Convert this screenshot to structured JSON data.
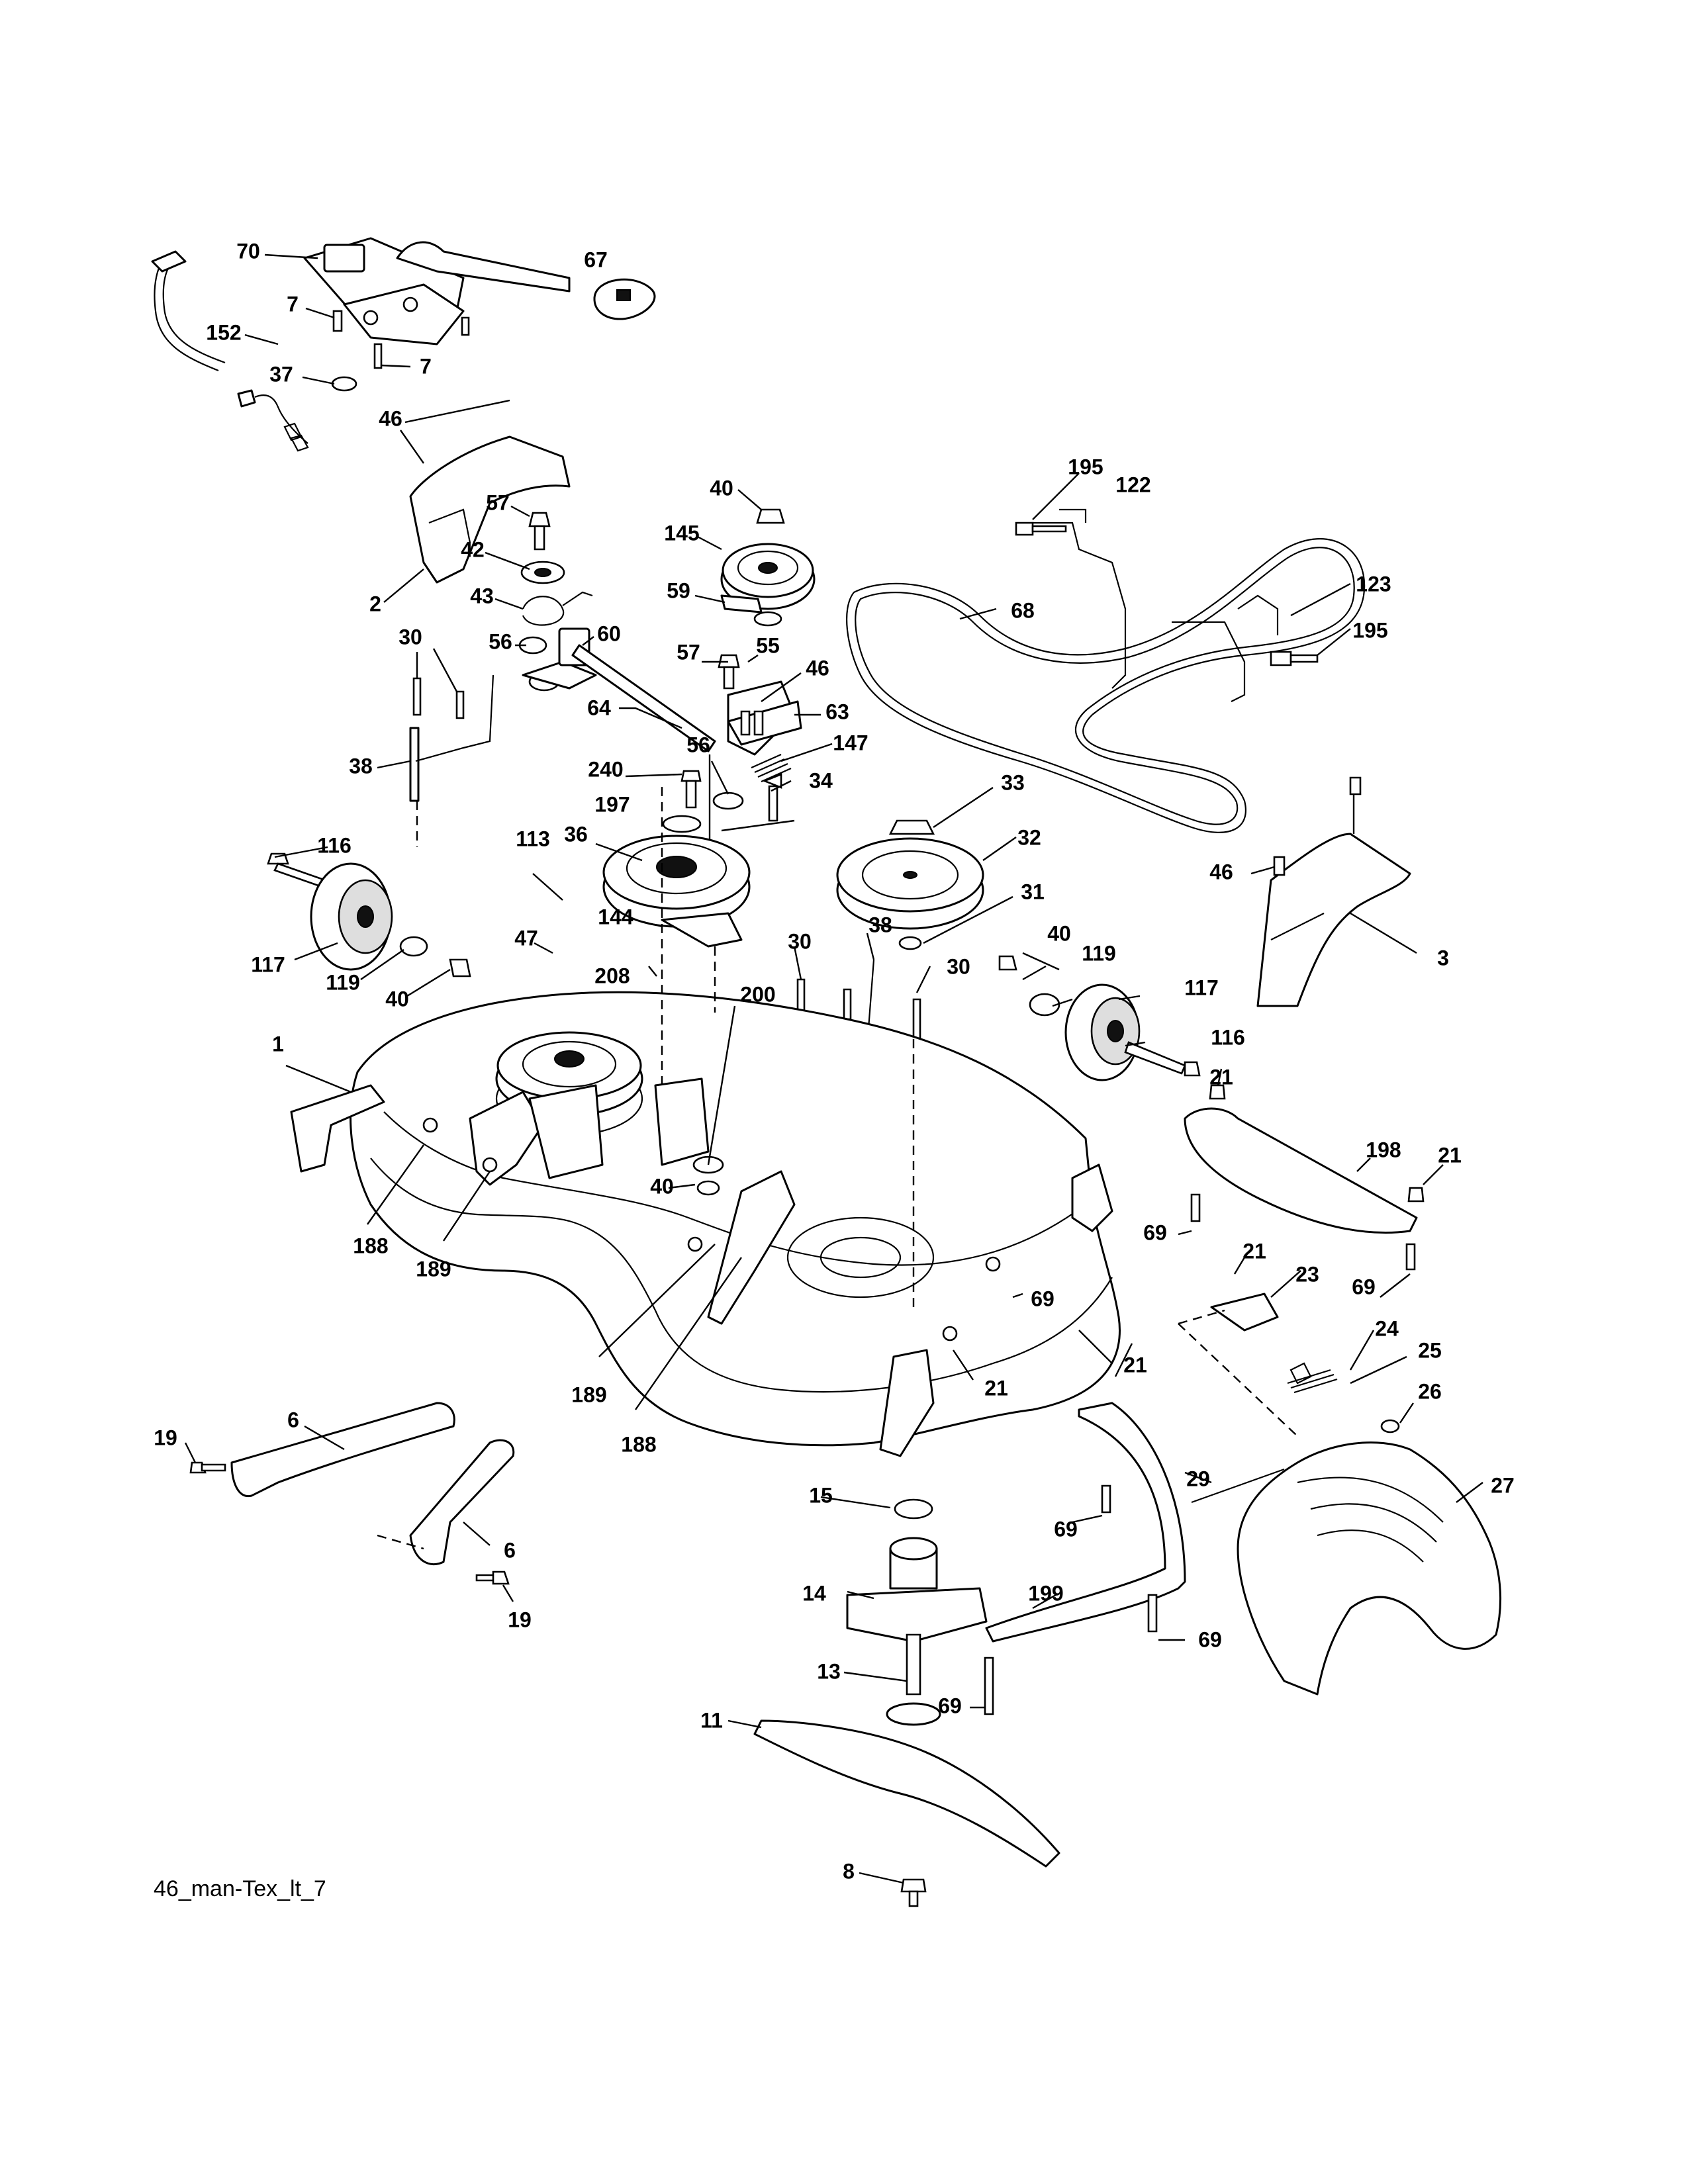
{
  "diagram_code": "46_man-Tex_lt_7",
  "callouts": [
    "70",
    "67",
    "7",
    "152",
    "7",
    "37",
    "46",
    "2",
    "57",
    "42",
    "43",
    "56",
    "60",
    "30",
    "38",
    "64",
    "40",
    "145",
    "59",
    "57",
    "55",
    "46",
    "63",
    "147",
    "240",
    "56",
    "34",
    "197",
    "36",
    "113",
    "116",
    "117",
    "119",
    "40",
    "47",
    "144",
    "208",
    "33",
    "32",
    "31",
    "195",
    "122",
    "123",
    "195",
    "68",
    "46",
    "3",
    "38",
    "30",
    "30",
    "40",
    "119",
    "117",
    "116",
    "200",
    "1",
    "188",
    "189",
    "40",
    "21",
    "198",
    "21",
    "69",
    "69",
    "21",
    "23",
    "69",
    "24",
    "25",
    "189",
    "188",
    "21",
    "21",
    "26",
    "19",
    "6",
    "6",
    "19",
    "15",
    "29",
    "27",
    "69",
    "14",
    "199",
    "69",
    "13",
    "69",
    "11",
    "8"
  ]
}
